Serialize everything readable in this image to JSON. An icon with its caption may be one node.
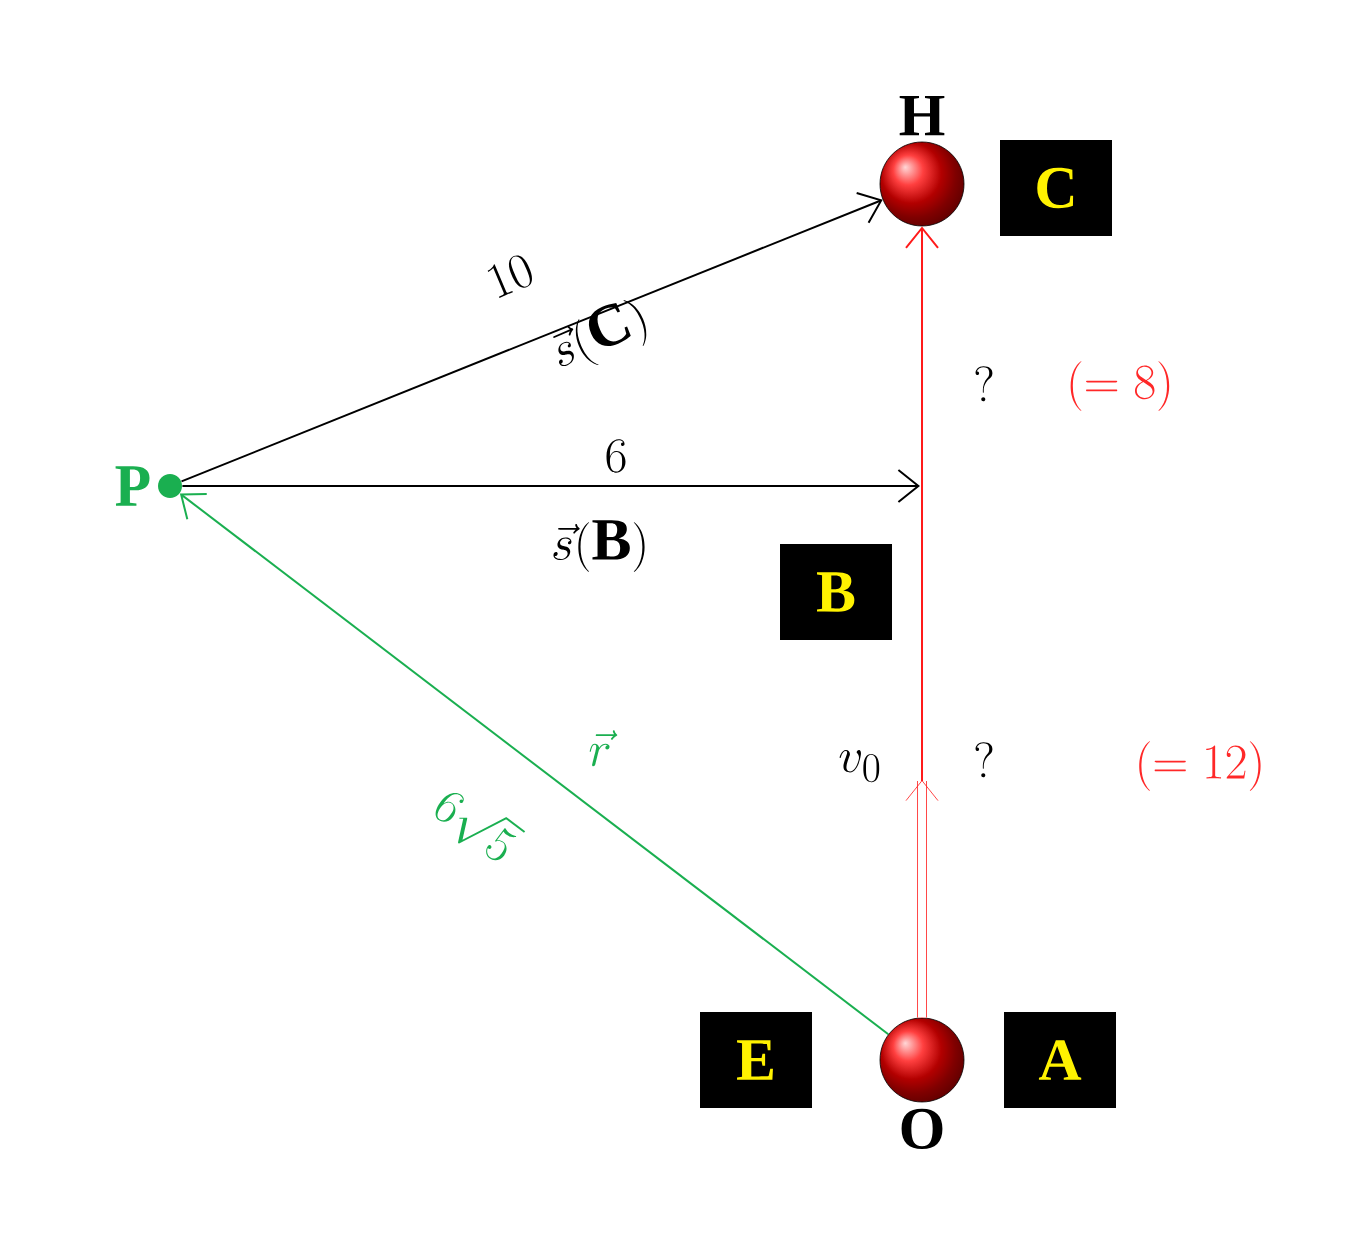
{
  "diagram": {
    "nodes": [
      {
        "text": [
          "P"
        ]
      },
      {
        "text": [
          "H"
        ]
      },
      {
        "text": [
          "O"
        ]
      },
      {
        "text": [
          "C"
        ]
      },
      {
        "text": [
          "B"
        ]
      },
      {
        "text": [
          "A"
        ]
      },
      {
        "text": [
          "E"
        ]
      }
    ],
    "edges": [
      {
        "from": 0,
        "to": 1,
        "arrow": "to",
        "label": "10"
      },
      {
        "from": 0,
        "to": null,
        "arrow": "to",
        "label": "6"
      },
      {
        "from": 2,
        "to": 0,
        "arrow": "to",
        "label": "6\\sqrt{5}",
        "color": "#1aaf50"
      },
      {
        "from": 2,
        "to": 1,
        "arrow": "to",
        "color": "#ff1a1a"
      },
      {
        "from": 2,
        "to": null,
        "arrow": "to",
        "label": "v_0",
        "color": "#ff1a1a",
        "style": "thick"
      }
    ],
    "labels": [
      "\\vec{s}(\\mathbf{C})",
      "?",
      "(=8)",
      "\\vec{s}(\\mathbf{B})",
      "\\vec{r}",
      "?",
      "(=12)"
    ]
  }
}
